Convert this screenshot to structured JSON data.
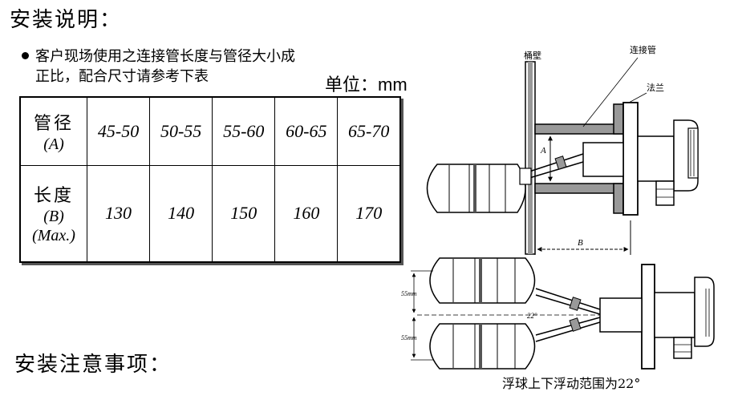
{
  "title_instructions": "安装说明：",
  "intro_line1": "客户现场使用之连接管长度与管径大小成",
  "intro_line2": "正比，配合尺寸请参考下表",
  "unit_label": "单位：mm",
  "table": {
    "row1_label_zh": "管径",
    "row1_label_en": "(A)",
    "row2_label_zh": "长度",
    "row2_label_en1": "(B)",
    "row2_label_en2": "(Max.)",
    "diameters": [
      "45-50",
      "50-55",
      "55-60",
      "60-65",
      "65-70"
    ],
    "lengths": [
      "130",
      "140",
      "150",
      "160",
      "170"
    ]
  },
  "diagram": {
    "label_wall": "桶壁",
    "label_pipe": "连接管",
    "label_flange": "法兰",
    "dim_a": "A",
    "dim_b": "B",
    "dim_55_top": "55mm",
    "dim_55_bottom": "55mm",
    "angle": "22°",
    "caption": "浮球上下浮动范围为22°"
  },
  "title_precautions": "安装注意事项："
}
